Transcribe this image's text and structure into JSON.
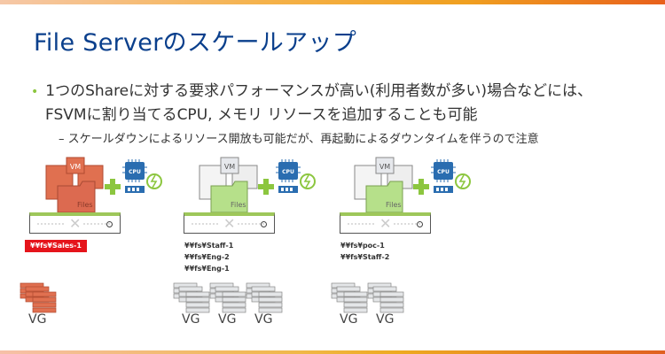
{
  "title": "File Serverのスケールアップ",
  "bullets": {
    "line1": "1つのShareに対する要求パフォーマンスが高い(利用者数が多い)場合などには、",
    "line2": "FSVMに割り当てるCPU, メモリ リソースを追加することも可能",
    "sub": "– スケールダウンによるリソース開放も可能だが、再起動によるダウンタイムを伴うので注意"
  },
  "icons": {
    "vm_label": "VM",
    "files_label": "Files",
    "cpu_label": "CPU"
  },
  "groups": [
    {
      "shares": [
        "¥¥fs¥Sales-1"
      ],
      "vg_labels": [
        "VG"
      ],
      "color": "#e07050"
    },
    {
      "shares": [
        "¥¥fs¥Staff-1",
        "¥¥fs¥Eng-2",
        "¥¥fs¥Eng-1"
      ],
      "vg_labels": [
        "VG",
        "VG",
        "VG"
      ],
      "color": "#b6e08a"
    },
    {
      "shares": [
        "¥¥fs¥poc-1",
        "¥¥fs¥Staff-2"
      ],
      "vg_labels": [
        "VG",
        "VG"
      ],
      "color": "#b6e08a"
    }
  ],
  "colors": {
    "title": "#0a3f8c",
    "highlight": "#e5141b",
    "accent_green": "#8cc63f",
    "cpu_blue": "#2a6db0"
  }
}
